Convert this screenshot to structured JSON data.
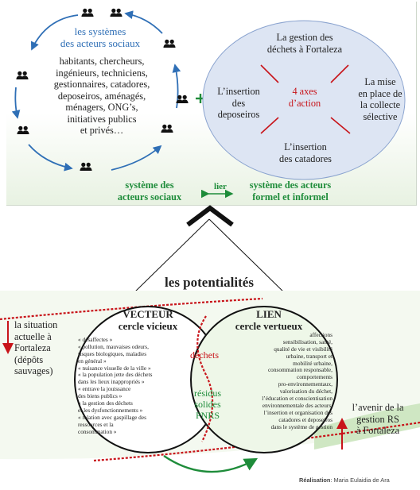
{
  "actors": {
    "title": "les systèmes\ndes acteurs sociaux",
    "list": "habitants, chercheurs,\ningénieurs, techniciens,\ngestionnaires, catadores,\ndeposeiros, aménagés,\nménagers, ONG’s,\ninitiatives publics\net privés…"
  },
  "axes": {
    "center": "4 axes\nd’action",
    "top": "La gestion des\ndéchets à Fortaleza",
    "left": "L’insertion\ndes\ndeposeiros",
    "right": "La mise\nen place de\nla collecte\nsélective",
    "bottom": "L’insertion\ndes catadores"
  },
  "link": {
    "left": "système des\nacteurs sociaux",
    "mid": "lier",
    "right": "système des acteurs\nformel et informel"
  },
  "potentials_title": "les potentialités",
  "vector": {
    "title": "VECTEUR\ncercle vicieux",
    "items": "« désaffectes »\n« pollution, mauvaises odeurs,\nrisques biologiques, maladies\nen général »\n« nuisance visuelle de la ville »\n« la population jette des déchets\ndans les lieux inappropriés »\n« entrave la jouissance\ndes biens publics »\n« la gestion des déchets\net les dysfonctionnements »\n« relation avec gaspillage des\nressources et la\nconsommation »"
  },
  "lien": {
    "title": "LIEN\ncercle vertueux",
    "items": "affections\nsensibilisation, santé,\nqualité de vie et visibilité\nurbaine, transport et\nmobilité urbaine,\nconsommation responsable,\ncomportements\npro-environnementaux,\nvalorisation du déchet,\nl’éducation et conscientisation\nenvironnementale des acteurs,\nl’insertion et organisation des\ncatadores et deposeiros\ndans le système de gestion"
  },
  "center_terms": {
    "dechets": "déchets",
    "residus": "résidus\nsolides\nPNRS"
  },
  "situation": "la situation\nactuelle à\nFortaleza\n(dépôts\nsauvages)",
  "future": "l’avenir de la\ngestion RS\nà Fortaleza",
  "credit": {
    "label": "Réalisation",
    "author": ": Maria Eulaidia de Ara"
  },
  "colors": {
    "blue": "#2f6fb6",
    "red": "#c8141a",
    "green": "#1e8c3a",
    "ellipse_fill": "#dde5f3"
  },
  "icons": [
    "person-pair-icon"
  ]
}
